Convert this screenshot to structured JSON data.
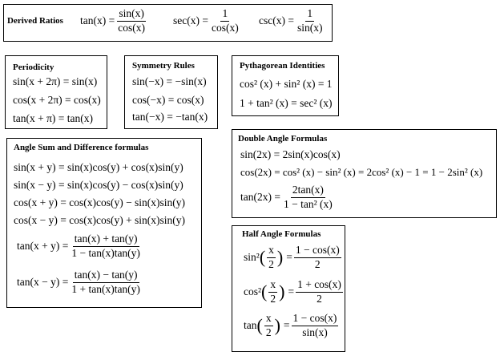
{
  "derived": {
    "title": "Derived Ratios",
    "tan_lhs": "tan(x) =",
    "tan_num": "sin(x)",
    "tan_den": "cos(x)",
    "sec_lhs": "sec(x) =",
    "sec_num": "1",
    "sec_den": "cos(x)",
    "csc_lhs": "csc(x) =",
    "csc_num": "1",
    "csc_den": "sin(x)"
  },
  "periodicity": {
    "title": "Periodicity",
    "eqs": [
      "sin(x + 2π) = sin(x)",
      "cos(x + 2π) = cos(x)",
      "tan(x + π) = tan(x)"
    ]
  },
  "symmetry": {
    "title": "Symmetry Rules",
    "eqs": [
      "sin(−x) = −sin(x)",
      "cos(−x) = cos(x)",
      "tan(−x) = −tan(x)"
    ]
  },
  "pythagorean": {
    "title": "Pythagorean Identities",
    "eqs": [
      "cos² (x) + sin² (x) = 1",
      "1 + tan² (x) = sec² (x)"
    ]
  },
  "double_angle": {
    "title": "Double Angle Formulas",
    "sin_eq": "sin(2x) = 2sin(x)cos(x)",
    "cos_eq": "cos(2x) = cos² (x) − sin² (x) = 2cos² (x) − 1 = 1 − 2sin² (x)",
    "tan_lhs": "tan(2x) =",
    "tan_num": "2tan(x)",
    "tan_den": "1 − tan² (x)"
  },
  "sum_diff": {
    "title": "Angle Sum and Difference formulas",
    "eqs": [
      "sin(x + y) = sin(x)cos(y) + cos(x)sin(y)",
      "sin(x − y) = sin(x)cos(y) − cos(x)sin(y)",
      "cos(x + y) = cos(x)cos(y) − sin(x)sin(y)",
      "cos(x − y) = cos(x)cos(y) + sin(x)sin(y)"
    ],
    "tan_plus_lhs": "tan(x + y) =",
    "tan_plus_num": "tan(x) + tan(y)",
    "tan_plus_den": "1 − tan(x)tan(y)",
    "tan_minus_lhs": "tan(x − y) =",
    "tan_minus_num": "tan(x) − tan(y)",
    "tan_minus_den": "1 + tan(x)tan(y)"
  },
  "half_angle": {
    "title": "Half Angle Formulas",
    "sin_fn": "sin²",
    "sin_num": "1 − cos(x)",
    "sin_den": "2",
    "cos_fn": "cos²",
    "cos_num": "1 + cos(x)",
    "cos_den": "2",
    "tan_fn": "tan",
    "tan_num": "1 − cos(x)",
    "tan_den": "sin(x)",
    "arg_num": "x",
    "arg_den": "2",
    "lparen": "(",
    "rparen": ")",
    "equals": "="
  }
}
